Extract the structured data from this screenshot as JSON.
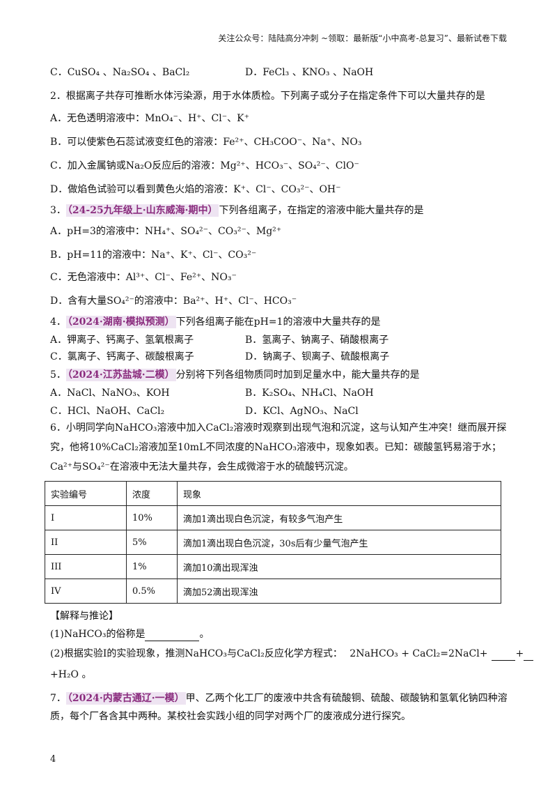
{
  "header": "关注公众号：陆陆高分冲刺 ~领取：最新版“小中高考-总复习”、最新试卷下载",
  "q1_tail": {
    "c": "C．CuSO₄ 、Na₂SO₄ 、BaCl₂",
    "d": "D．FeCl₃ 、KNO₃ 、NaOH"
  },
  "q2": {
    "stem": "2．根据离子共存可推断水体污染源，用于水体质检。下列离子或分子在指定条件下可以大量共存的是",
    "a": "A．无色透明溶液中：MnO₄⁻、H⁺、Cl⁻、K⁺",
    "b": "B．可以使紫色石蕊试液变红色的溶液：Fe²⁺、CH₃COO⁻、Na⁺、NO₃",
    "c": "C．加入金属钠或Na₂O反应后的溶液：Mg²⁺、HCO₃⁻、SO₄²⁻、ClO⁻",
    "d": "D．做焰色试验可以看到黄色火焰的溶液：K⁺、Cl⁻、CO₃²⁻、OH⁻"
  },
  "q3": {
    "num": "3．",
    "tag": "（24-25九年级上·山东威海·期中）",
    "stem": "下列各组离子，在指定的溶液中能大量共存的是",
    "a": "A．pH=3的溶液中：NH₄⁺、SO₄²⁻、CO₃²⁻、Mg²⁺",
    "b": "B．pH=11的溶液中：Na⁺、K⁺、Cl⁻、CO₃²⁻",
    "c": "C．无色溶液中：Al³⁺、Cl⁻、Fe²⁺、NO₃⁻",
    "d": "D．含有大量SO₄²⁻的溶液中：Ba²⁺、H⁺、Cl⁻、HCO₃⁻"
  },
  "q4": {
    "num": "4．",
    "tag": "（2024·湖南·模拟预测）",
    "stem": "下列各组离子能在pH=1的溶液中大量共存的是",
    "a": "A．钾离子、钙离子、氢氧根离子",
    "b": "B．氢离子、钠离子、硝酸根离子",
    "c": "C．氯离子、钙离子、碳酸根离子",
    "d": "D．钠离子、钡离子、硫酸根离子"
  },
  "q5": {
    "num": "5．",
    "tag": "（2024·江苏盐城·二模）",
    "stem": "分别将下列各组物质同时加到足量水中，能大量共存的是",
    "a": "A．NaCl、NaNO₃、KOH",
    "b": "B．K₂SO₄、NH₄Cl、NaOH",
    "c": "C．HCl、NaOH、CaCl₂",
    "d": "D．KCl、AgNO₃、NaCl"
  },
  "q6": {
    "line1": "6．小明同学向NaHCO₃溶液中加入CaCl₂溶液时观察到出现气泡和沉淀，这与认知产生冲突！继而展开探",
    "line2": "究，他将10%CaCl₂溶液加至10mL不同浓度的NaHCO₃溶液中，现象如表。已知：碳酸氢钙易溶于水；",
    "line3": "Ca²⁺与SO₄²⁻在溶液中无法大量共存，会生成微溶于水的硫酸钙沉淀。",
    "table_headers": [
      "实验编号",
      "浓度",
      "现象"
    ],
    "table_rows": [
      [
        "I",
        "10%",
        "滴加1滴出现白色沉淀，有较多气泡产生"
      ],
      [
        "II",
        "5%",
        "滴加1滴出现白色沉淀，30s后有少量气泡产生"
      ],
      [
        "III",
        "1%",
        "滴加10滴出现浑浊"
      ],
      [
        "IV",
        "0.5%",
        "滴加52滴出现浑浊"
      ]
    ],
    "section": "【解释与推论】",
    "p1": "(1)NaHCO₃的俗称是",
    "p1_end": "。",
    "p2": "(2)根据实验I的实验现象，推测NaHCO₃与CaCl₂反应化学方程式：",
    "p2_eq": "2NaHCO₃ + CaCl₂=2NaCl+",
    "p2_plus": "+",
    "p2_last": "+H₂O 。"
  },
  "q7": {
    "num": "7．",
    "tag": "（2024·内蒙古通辽·一模）",
    "stem": "甲、乙两个化工厂的废液中共含有硫酸铜、硫酸、碳酸钠和氢氧化钠四种溶",
    "line2": "质，每个厂各含其中两种。某校社会实践小组的同学对两个厂的废液成分进行探究。"
  },
  "page_number": "4"
}
